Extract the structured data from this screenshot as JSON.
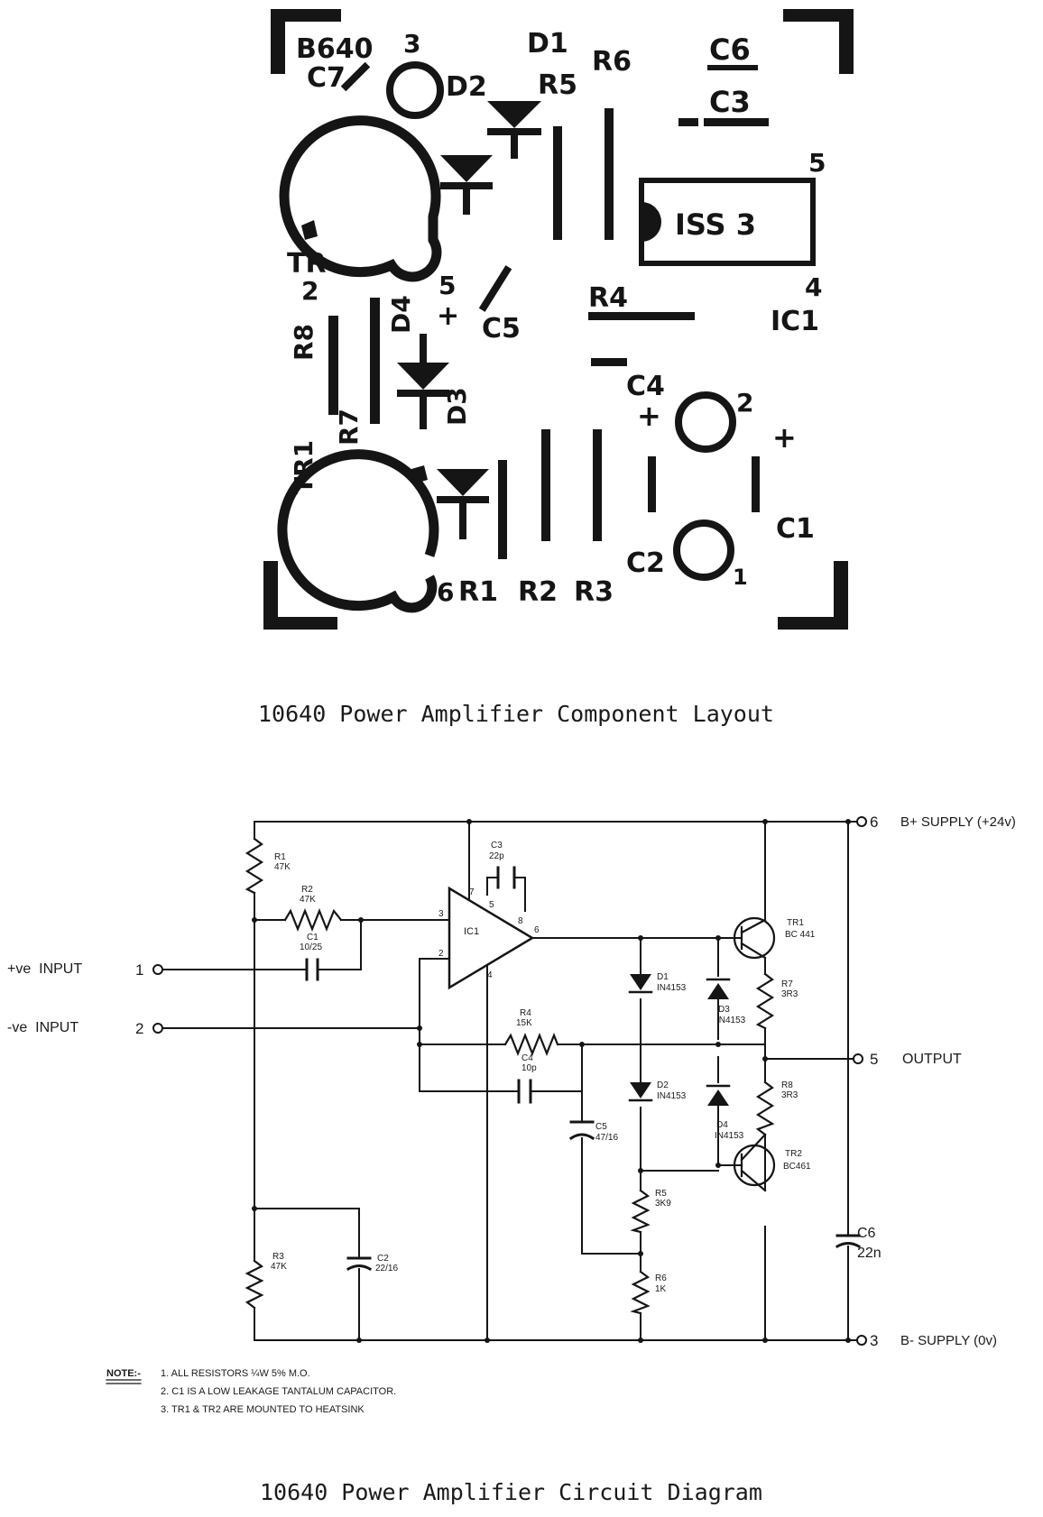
{
  "layout": {
    "caption": "10640 Power Amplifier Component Layout",
    "labels": {
      "b640": "B640",
      "pad3": "3",
      "c7": "C7",
      "d1": "D1",
      "d2": "D2",
      "r5": "R5",
      "r6": "R6",
      "c6": "C6",
      "c3": "C3",
      "pin5": "5",
      "iss3": "ISS 3",
      "pin4": "4",
      "ic1": "IC1",
      "tr": "TR",
      "tr_num": "2",
      "pad5": "5",
      "plus1": "+",
      "c5": "C5",
      "r4": "R4",
      "r8": "R8",
      "d4": "D4",
      "d3": "D3",
      "r7": "R7",
      "c4": "C4",
      "plus2": "+",
      "pad2": "2",
      "plus3": "+",
      "tr1": "TR1",
      "c1": "C1",
      "c2": "C2",
      "pad1": "1",
      "pad6": "6",
      "r1": "R1",
      "r2": "R2",
      "r3": "R3"
    }
  },
  "schematic": {
    "caption": "10640 Power Amplifier Circuit Diagram",
    "terminals": {
      "t6": "6",
      "t6_label": "B+ SUPPLY (+24v)",
      "t5": "5",
      "t5_label": "OUTPUT",
      "t3": "3",
      "t3_label": "B- SUPPLY (0v)",
      "t1": "1",
      "t1_label": "+ve  INPUT",
      "t2": "2",
      "t2_label": "-ve  INPUT"
    },
    "components": {
      "r1": "R1",
      "r1_val": "47K",
      "r2": "R2",
      "r2_val": "47K",
      "c1": "C1",
      "c1_val": "10/25",
      "c3": "C3",
      "c3_val": "22p",
      "ic1": "IC1",
      "pin7": "7",
      "pin5": "5",
      "pin8": "8",
      "pin6": "6",
      "pin3": "3",
      "pin2": "2",
      "pin4": "4",
      "tr1": "TR1",
      "tr1_val": "BC 441",
      "d1": "D1",
      "d1_val": "IN4153",
      "d3": "D3",
      "d3_val": "IN4153",
      "r7": "R7",
      "r7_val": "3R3",
      "r4": "R4",
      "r4_val": "15K",
      "c4": "C4",
      "c4_val": "10p",
      "d2": "D2",
      "d2_val": "IN4153",
      "r8": "R8",
      "r8_val": "3R3",
      "c5": "C5",
      "c5_val": "47/16",
      "d4": "D4",
      "d4_val": "IN4153",
      "tr2": "TR2",
      "tr2_val": "BC461",
      "r5": "R5",
      "r5_val": "3K9",
      "r3": "R3",
      "r3_val": "47K",
      "c2": "C2",
      "c2_val": "22/16",
      "r6": "R6",
      "r6_val": "1K",
      "c6": "C6",
      "c6_val": "22n"
    },
    "notes": {
      "heading": "NOTE:-",
      "n1": "1. ALL  RESISTORS  ¼W  5% M.O.",
      "n2": "2. C1  IS  A  LOW  LEAKAGE  TANTALUM  CAPACITOR.",
      "n3": "3. TR1 &  TR2  ARE  MOUNTED  TO  HEATSINK"
    }
  }
}
